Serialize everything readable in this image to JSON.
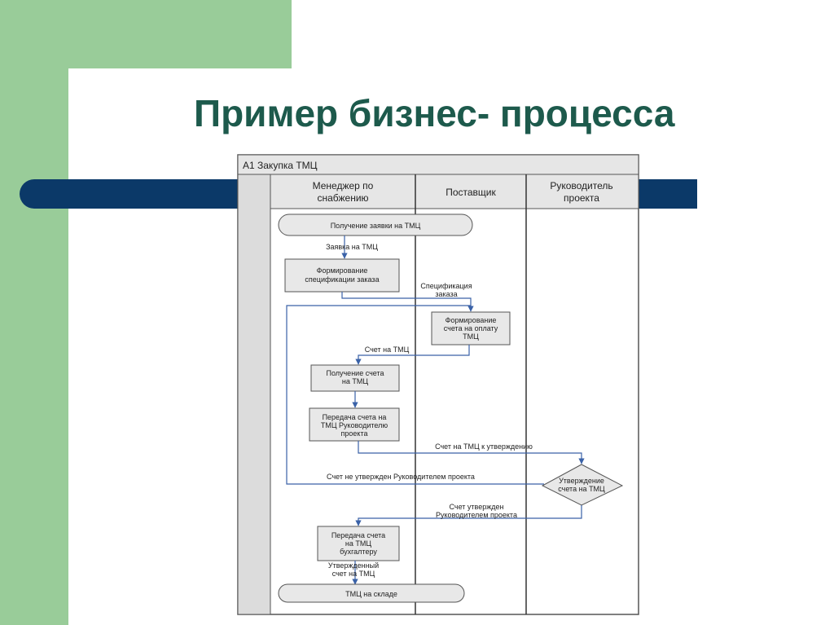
{
  "slide": {
    "title": "Пример бизнес- процесса"
  },
  "diagram": {
    "frame_title": "А1 Закупка ТМЦ",
    "lanes": [
      {
        "line1": "Менеджер по",
        "line2": "снабжению"
      },
      {
        "line1": "Поставщик",
        "line2": ""
      },
      {
        "line1": "Руководитель",
        "line2": "проекта"
      }
    ],
    "nodes": {
      "start": "Получение заявки на ТМЦ",
      "form_spec": [
        "Формирование",
        "спецификации заказа"
      ],
      "form_invoice": [
        "Формирование",
        "счета на оплату",
        "ТМЦ"
      ],
      "receive_invoice": [
        "Получение счета",
        "на ТМЦ"
      ],
      "transfer_to_manager": [
        "Передача  счета на",
        "ТМЦ Руководителю",
        "проекта"
      ],
      "approval": [
        "Утверждение",
        "счета на ТМЦ"
      ],
      "transfer_to_accountant": [
        "Передача счета",
        "на ТМЦ",
        "бухгалтеру"
      ],
      "end": "ТМЦ на складе"
    },
    "flow_labels": {
      "request": "Заявка на ТМЦ",
      "spec": [
        "Спецификация",
        "заказа"
      ],
      "invoice": "Счет на ТМЦ",
      "for_approval": "Счет на ТМЦ к утверждению",
      "not_approved": "Счет не утвержден Руководителем проекта",
      "approved": [
        "Счет утвержден",
        "Руководителем проекта"
      ],
      "approved_invoice": [
        "Утвержденный",
        "счет на ТМЦ"
      ]
    }
  }
}
